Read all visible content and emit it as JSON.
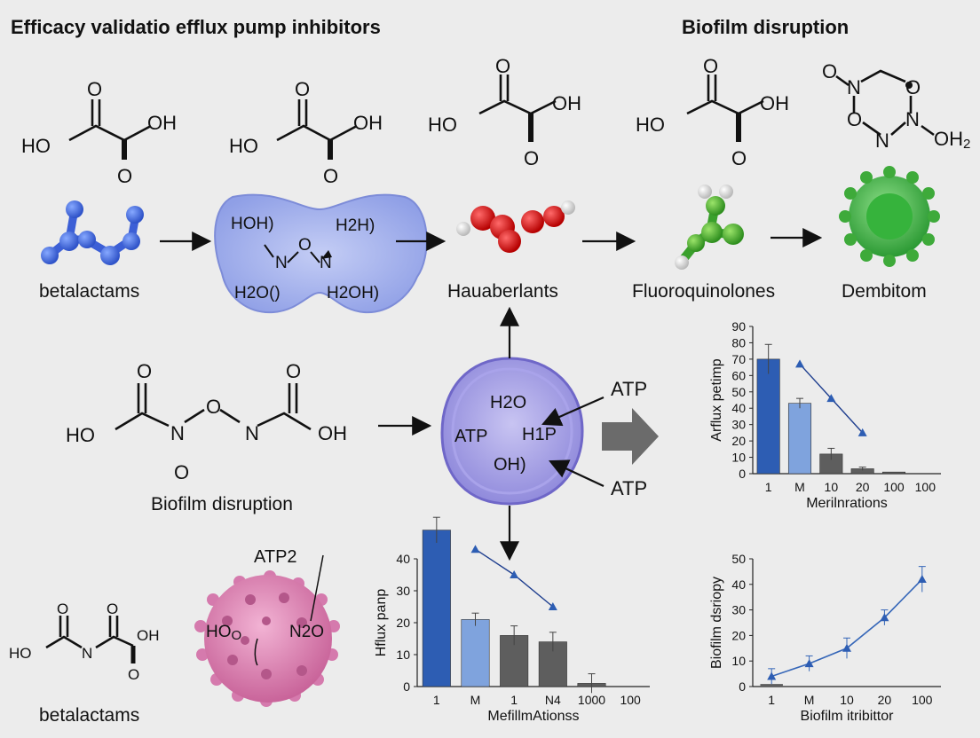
{
  "titles": {
    "main": "Efficacy validatio efflux pump inhibitors",
    "right": "Biofilm disruption"
  },
  "molecules": {
    "m1": {
      "left": "HO",
      "left_sub": "O",
      "right": "OH",
      "top": "O",
      "bottom": "O"
    },
    "m2": {
      "left": "HO",
      "left_sub": "O",
      "right": "OH",
      "top": "O",
      "bottom": "O"
    },
    "m3": {
      "left": "HO",
      "left_sub": "O",
      "right": "OH",
      "top": "O",
      "bottom": "O"
    },
    "m4": {
      "left": "HO",
      "left_sub": "O",
      "right": "OH",
      "top": "O",
      "bottom": "O"
    },
    "ring": {
      "o1": "O",
      "n1": "N",
      "o2": "O",
      "o3": "O",
      "n2": "N",
      "n3": "N",
      "oh": "OH",
      "oh_sub": "2"
    },
    "center": {
      "left": "HO",
      "left_sub": "O",
      "n1": "N",
      "o_mid": "O",
      "n2": "N",
      "right": "OH",
      "o_top1": "O",
      "o_top2": "O",
      "o_bottom": "O"
    },
    "small": {
      "left": "HO",
      "left_sub": "O",
      "n": "N",
      "o1": "O",
      "o2": "O",
      "oh": "OH",
      "o_bottom": "O"
    }
  },
  "labels": {
    "betalactams_top": "betalactams",
    "hauaberlants": "Hauaberlants",
    "fluoroquinolones": "Fluoroquinolones",
    "dembitom": "Dembitom",
    "biofilm_disruption_mid": "Biofilm disruption",
    "betalactams_bottom": "betalactams"
  },
  "pump_blob": {
    "tl": "HOH)",
    "tr": "H2H)",
    "bl": "H2O()",
    "br": "H2OH)",
    "n1": "N",
    "o": "O",
    "n2": "N"
  },
  "cell": {
    "h2o": "H2O",
    "atp_in": "ATP",
    "h1p": "H1P",
    "oh": "OH)",
    "atp_top": "ATP",
    "atp_bottom": "ATP"
  },
  "virus": {
    "atp2": "ATP2",
    "ho": "HO",
    "ho_sub": "O",
    "n2o": "N2O"
  },
  "chart_data": [
    {
      "type": "bar",
      "ylabel": "Arflux petimp",
      "xlabel": "Merilnrations",
      "categories": [
        "1",
        "M",
        "10",
        "20",
        "100",
        "100"
      ],
      "values": [
        70,
        43,
        12,
        3,
        1
      ],
      "errors": [
        9,
        3,
        3.5,
        1,
        0
      ],
      "line": [
        67,
        46,
        25
      ],
      "yticks": [
        0,
        10,
        20,
        30,
        40,
        50,
        60,
        70,
        80,
        90
      ],
      "ylim": [
        0,
        90
      ],
      "colors": [
        "#2d5db3",
        "#7fa3dd",
        "#5e5e5e",
        "#5e5e5e",
        "#5e5e5e"
      ]
    },
    {
      "type": "bar",
      "ylabel": "Hflux panp",
      "xlabel": "MefillmAtionss",
      "categories": [
        "1",
        "M",
        "1",
        "N4",
        "1000",
        "100"
      ],
      "values": [
        49,
        21,
        16,
        14,
        1
      ],
      "errors": [
        4,
        2,
        3,
        3,
        3
      ],
      "line": [
        43,
        35,
        25
      ],
      "yticks": [
        0,
        10,
        20,
        30,
        40
      ],
      "ylim": [
        0,
        40
      ],
      "colors": [
        "#2d5db3",
        "#7fa3dd",
        "#5e5e5e",
        "#5e5e5e",
        "#5e5e5e"
      ]
    },
    {
      "type": "line",
      "ylabel": "Biofilm dsriopy",
      "xlabel": "Biofilm itribittor",
      "categories": [
        "1",
        "M",
        "10",
        "20",
        "100"
      ],
      "values": [
        4,
        9,
        15,
        27,
        42
      ],
      "errors": [
        3,
        3,
        4,
        3,
        5
      ],
      "bar": 1,
      "yticks": [
        0,
        10,
        20,
        30,
        40,
        50
      ],
      "ylim": [
        0,
        50
      ],
      "colors": [
        "#3566b8"
      ]
    }
  ]
}
